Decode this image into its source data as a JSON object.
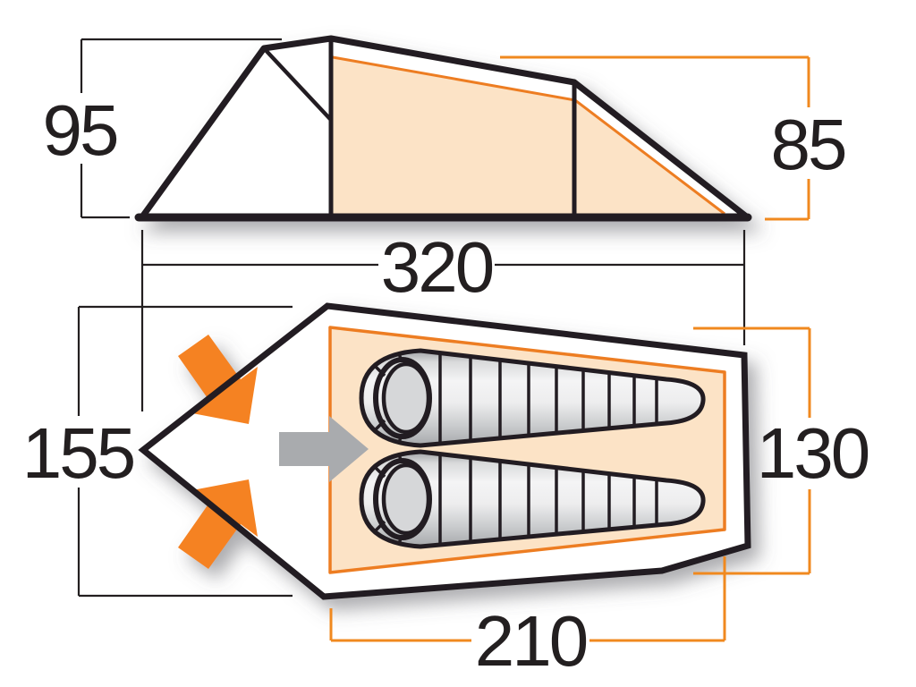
{
  "diagram": {
    "title": "tent dimension diagram",
    "views": {
      "side": {
        "name": "side profile view",
        "height_front": "95",
        "height_rear": "85",
        "total_length": "320"
      },
      "plan": {
        "name": "floor plan view",
        "total_width": "155",
        "inner_width": "130",
        "inner_length": "210",
        "sleeping_bag_count": 2
      }
    },
    "icons": [
      "entrance-arrow-upper-icon",
      "entrance-arrow-lower-icon",
      "direction-arrow-icon",
      "sleeping-bag-icon"
    ],
    "colors": {
      "outline_black": "#231F20",
      "dimension_orange": "#F0891F",
      "arrow_orange": "#F58220",
      "floor_fill_peach": "#FCE3C6",
      "floor_stroke_orange": "#ED7D23",
      "direction_arrow_gray": "#A9ABAE",
      "bag_gray_light": "#F4F4F5",
      "bag_gray_dark": "#9FA1A4",
      "background": "#FFFFFF"
    }
  }
}
